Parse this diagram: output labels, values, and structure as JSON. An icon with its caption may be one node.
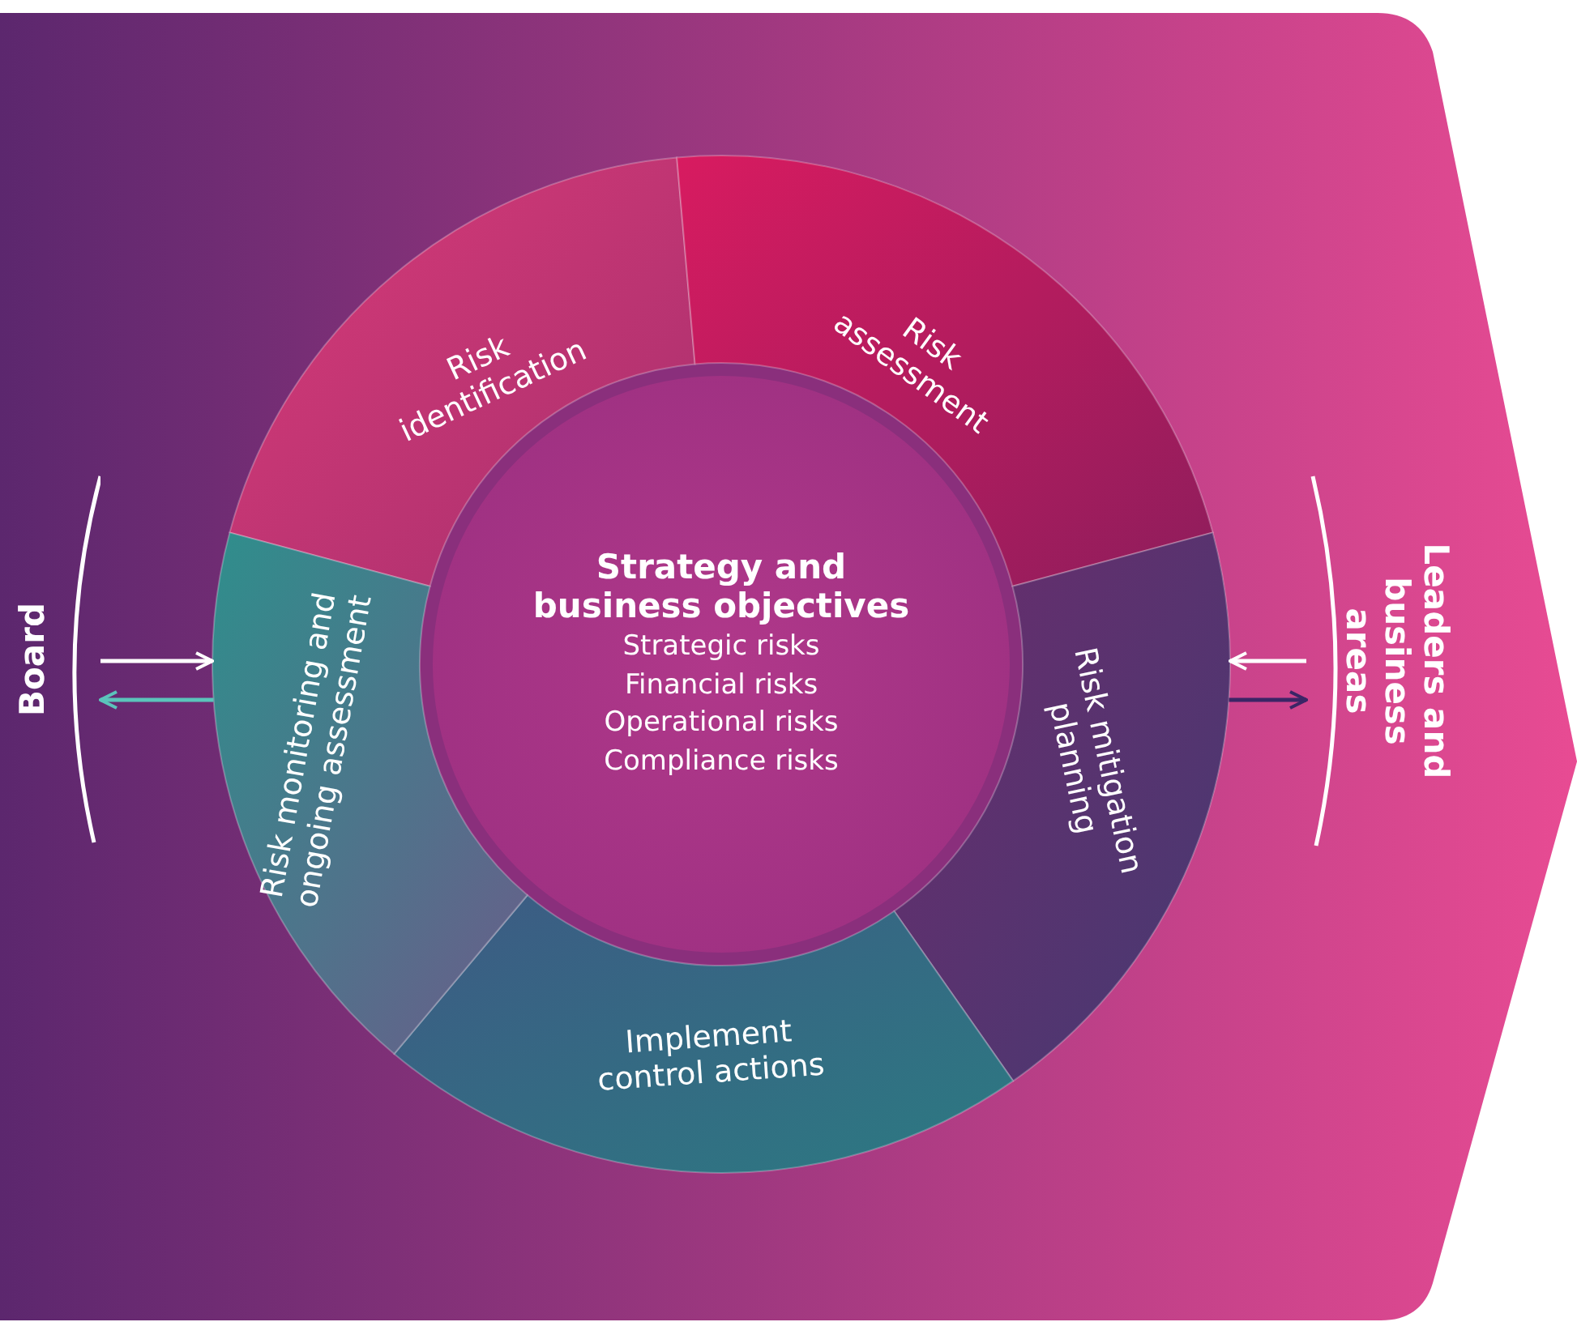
{
  "diagram": {
    "nodes": [
      {
        "text": [
          "Board"
        ]
      },
      {
        "text": [],
        "shape": "circle"
      },
      {
        "text": [
          "Risk identification"
        ],
        "in": 1
      },
      {
        "text": [
          "Risk assessment"
        ],
        "in": 1
      },
      {
        "text": [
          "Risk mitigation planning"
        ],
        "in": 1
      },
      {
        "text": [
          "Implement control actions"
        ],
        "in": 1
      },
      {
        "text": [
          "Risk monitoring and ongoing assessment"
        ],
        "in": 1
      },
      {
        "text": [
          "Strategy and business objectives",
          "Strategic risks",
          "Financial risks",
          "Operational risks",
          "Compliance risks"
        ],
        "in": 1
      },
      {
        "text": [
          "Leaders and business areas"
        ]
      }
    ],
    "edges": [
      {
        "from": 0,
        "to": 1,
        "arrow": "to",
        "color": "#ffffff"
      },
      {
        "from": 1,
        "to": 0,
        "arrow": "to",
        "color": "#5bc4bb"
      },
      {
        "from": 8,
        "to": 1,
        "arrow": "to",
        "color": "#ffffff"
      },
      {
        "from": 1,
        "to": 8,
        "arrow": "to",
        "color": "#3b2566"
      }
    ]
  }
}
